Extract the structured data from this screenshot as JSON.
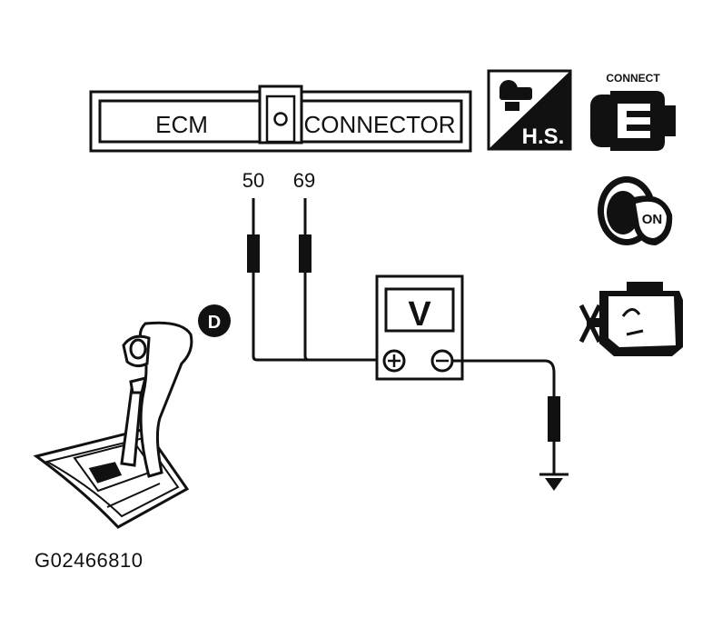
{
  "connector": {
    "left_label": "ECM",
    "right_label": "CONNECTOR"
  },
  "pins": [
    "50",
    "69"
  ],
  "meter_label": "V",
  "gear_position": "D",
  "icons": {
    "hs_label": "H.S.",
    "connect_label": "CONNECT",
    "ignition_label": "ON"
  },
  "figure_id": "G02466810",
  "colors": {
    "ink": "#111111",
    "background": "#ffffff"
  }
}
